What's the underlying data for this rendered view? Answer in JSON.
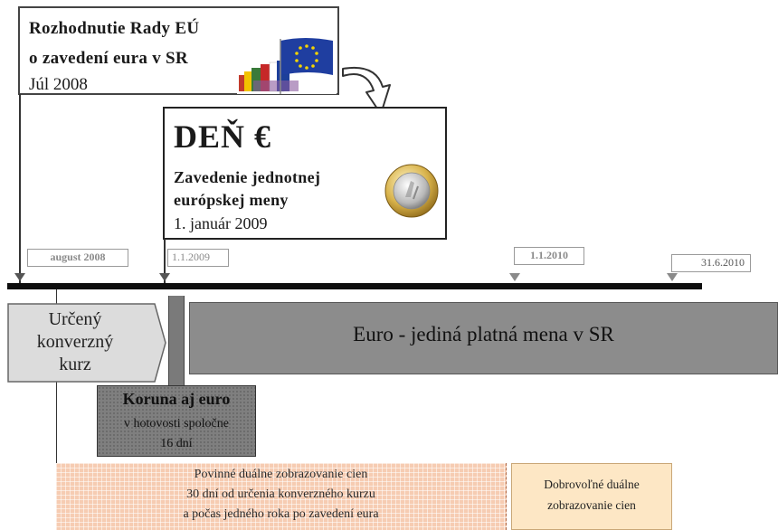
{
  "decision": {
    "line1": "Rozhodnutie Rady EÚ",
    "line2": "o zavedení eura v SR",
    "line3": "Júl 2008"
  },
  "day_euro": {
    "title": "DEŇ €",
    "line1": "Zavedenie jednotnej",
    "line2": "európskej meny",
    "line3": "1. január 2009"
  },
  "timeline": {
    "dates": [
      "august 2008",
      "1.1.2009",
      "1.1.2010",
      "31.6.2010"
    ]
  },
  "conversion": {
    "line1": "Určený",
    "line2": "konverzný",
    "line3": "kurz"
  },
  "euro_only": "Euro - jediná platná mena v SR",
  "dual_cash": {
    "title": "Koruna aj euro",
    "line1": "v hotovosti spoločne",
    "line2": "16 dní"
  },
  "mandatory": {
    "line1": "Povinné duálne zobrazovanie cien",
    "line2": "30 dní od určenia konverzného kurzu",
    "line3": "a počas jedného roka po zavedení eura"
  },
  "voluntary": {
    "line1": "Dobrovoľné duálne",
    "line2": "zobrazovanie cien"
  },
  "colors": {
    "timeline": "#0e0e0e",
    "conversion_box": "#dcdcdc",
    "euro_only_box": "#8c8c8c",
    "dual_cash_box": "#7f7f7f",
    "mandatory_box": "#f6ccb2",
    "voluntary_box": "#fde7c5"
  },
  "icons": [
    "eu-flag-image",
    "euro-coin-image",
    "curved-arrow-icon"
  ]
}
